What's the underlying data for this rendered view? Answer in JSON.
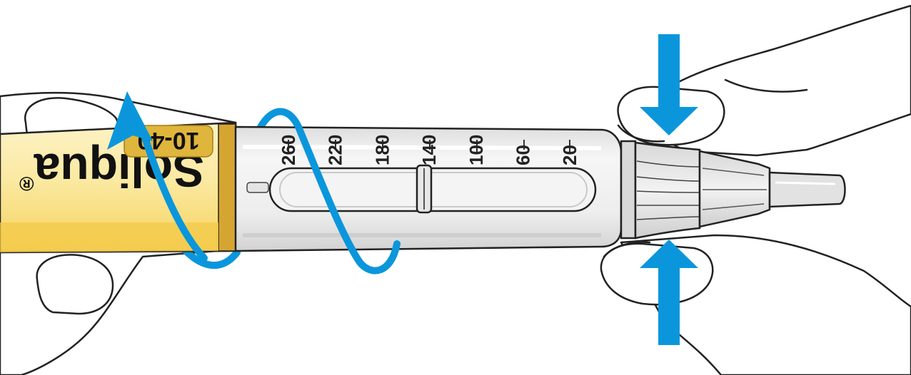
{
  "label": {
    "brand": "Soliqua",
    "registered_mark": "®",
    "strength": "10-40"
  },
  "dose_scale": [
    "260",
    "220",
    "180",
    "140",
    "100",
    "60",
    "20"
  ],
  "colors": {
    "arrow": "#0b96dc",
    "label_yellow": "#f6d25c",
    "label_dark_yellow": "#d6a531",
    "pen_body": "#eeeeee",
    "outline": "#222222"
  },
  "icons": {
    "rotate": "curved-arrow-up",
    "press_down": "arrow-down",
    "press_up": "arrow-up"
  }
}
